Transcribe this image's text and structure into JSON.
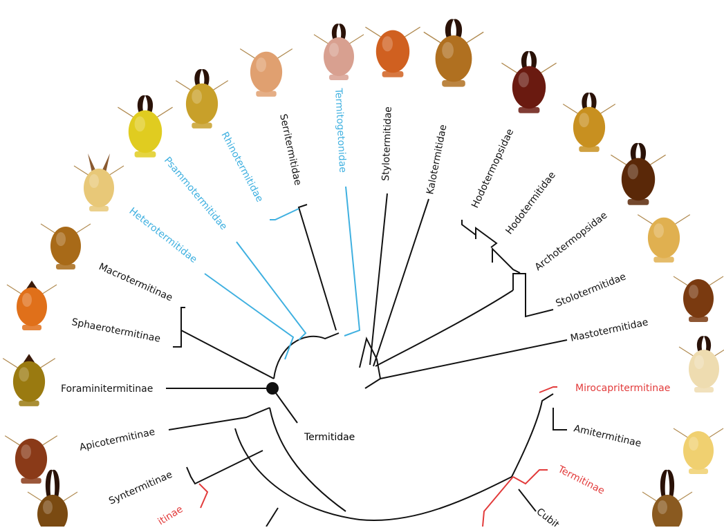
{
  "colors": {
    "black": "#111111",
    "blue": "#3fb0e0",
    "red": "#e23a3a"
  },
  "tree": {
    "root_label": "Termitidae",
    "taxa": [
      {
        "id": "mastotermitidae",
        "label": "Mastotermitidae",
        "color": "black"
      },
      {
        "id": "stolotermitidae",
        "label": "Stolotermitidae",
        "color": "black"
      },
      {
        "id": "archotermopsidae",
        "label": "Archotermopsidae",
        "color": "black"
      },
      {
        "id": "hodotermitidae",
        "label": "Hodotermitidae",
        "color": "black"
      },
      {
        "id": "hodotermopsidae",
        "label": "Hodotermopsidae",
        "color": "black"
      },
      {
        "id": "kalotermitidae",
        "label": "Kalotermitidae",
        "color": "black"
      },
      {
        "id": "stylotermitidae",
        "label": "Stylotermitidae",
        "color": "black"
      },
      {
        "id": "termitogetonidae",
        "label": "Termitogetonidae",
        "color": "blue"
      },
      {
        "id": "serritermitidae",
        "label": "Serritermitidae",
        "color": "black"
      },
      {
        "id": "rhinotermitidae",
        "label": "Rhinotermitidae",
        "color": "blue"
      },
      {
        "id": "psammotermitidae",
        "label": "Psammotermitidae",
        "color": "blue"
      },
      {
        "id": "heterotermitidae",
        "label": "Heterotermitidae",
        "color": "blue"
      },
      {
        "id": "macrotermitinae",
        "label": "Macrotermitinae",
        "color": "black"
      },
      {
        "id": "sphaerotermitinae",
        "label": "Sphaerotermitinae",
        "color": "black"
      },
      {
        "id": "foraminitermitinae",
        "label": "Foraminitermitinae",
        "color": "black"
      },
      {
        "id": "apicotermitinae",
        "label": "Apicotermitinae",
        "color": "black"
      },
      {
        "id": "syntermitinae",
        "label": "Syntermitinae",
        "color": "black"
      },
      {
        "id": "nasutitermitinae",
        "label": "itinae",
        "color": "red"
      },
      {
        "id": "mirocapritermitinae",
        "label": "Mirocapritermitinae",
        "color": "red"
      },
      {
        "id": "amitermitinae",
        "label": "Amitermitinae",
        "color": "black"
      },
      {
        "id": "termitinae",
        "label": "Termitinae",
        "color": "red"
      },
      {
        "id": "cubitermitinae",
        "label": "Cubit",
        "color": "black"
      }
    ]
  },
  "specimens": [
    {
      "id": "s01",
      "shape": "mandible-long",
      "color": "#7a4a12"
    },
    {
      "id": "s02",
      "shape": "round-head",
      "color": "#e0701a"
    },
    {
      "id": "s03",
      "shape": "oval",
      "color": "#a86a18"
    },
    {
      "id": "s04",
      "shape": "horned",
      "color": "#e8c878"
    },
    {
      "id": "s05",
      "shape": "mandible",
      "color": "#e0cc20"
    },
    {
      "id": "s06",
      "shape": "mandible",
      "color": "#c8a02a"
    },
    {
      "id": "s07",
      "shape": "oval",
      "color": "#e0a070"
    },
    {
      "id": "s08",
      "shape": "mandible",
      "color": "#d8a090"
    },
    {
      "id": "s09",
      "shape": "oval",
      "color": "#d06020"
    },
    {
      "id": "s10",
      "shape": "mandible",
      "color": "#b07020"
    },
    {
      "id": "s11",
      "shape": "mandible",
      "color": "#6a1a10"
    },
    {
      "id": "s12",
      "shape": "mandible",
      "color": "#c89020"
    },
    {
      "id": "s13",
      "shape": "mandible",
      "color": "#5a2808"
    },
    {
      "id": "s14",
      "shape": "oval",
      "color": "#e0b050"
    },
    {
      "id": "s15",
      "shape": "oval",
      "color": "#7a3a10"
    },
    {
      "id": "s16",
      "shape": "mandible",
      "color": "#eedcb0"
    },
    {
      "id": "s17",
      "shape": "oval",
      "color": "#f0d070"
    },
    {
      "id": "s18",
      "shape": "mandible-long",
      "color": "#8a5a20"
    },
    {
      "id": "s19",
      "shape": "round-head",
      "color": "#9a7a10"
    },
    {
      "id": "s20",
      "shape": "oval",
      "color": "#8a3a18"
    }
  ]
}
